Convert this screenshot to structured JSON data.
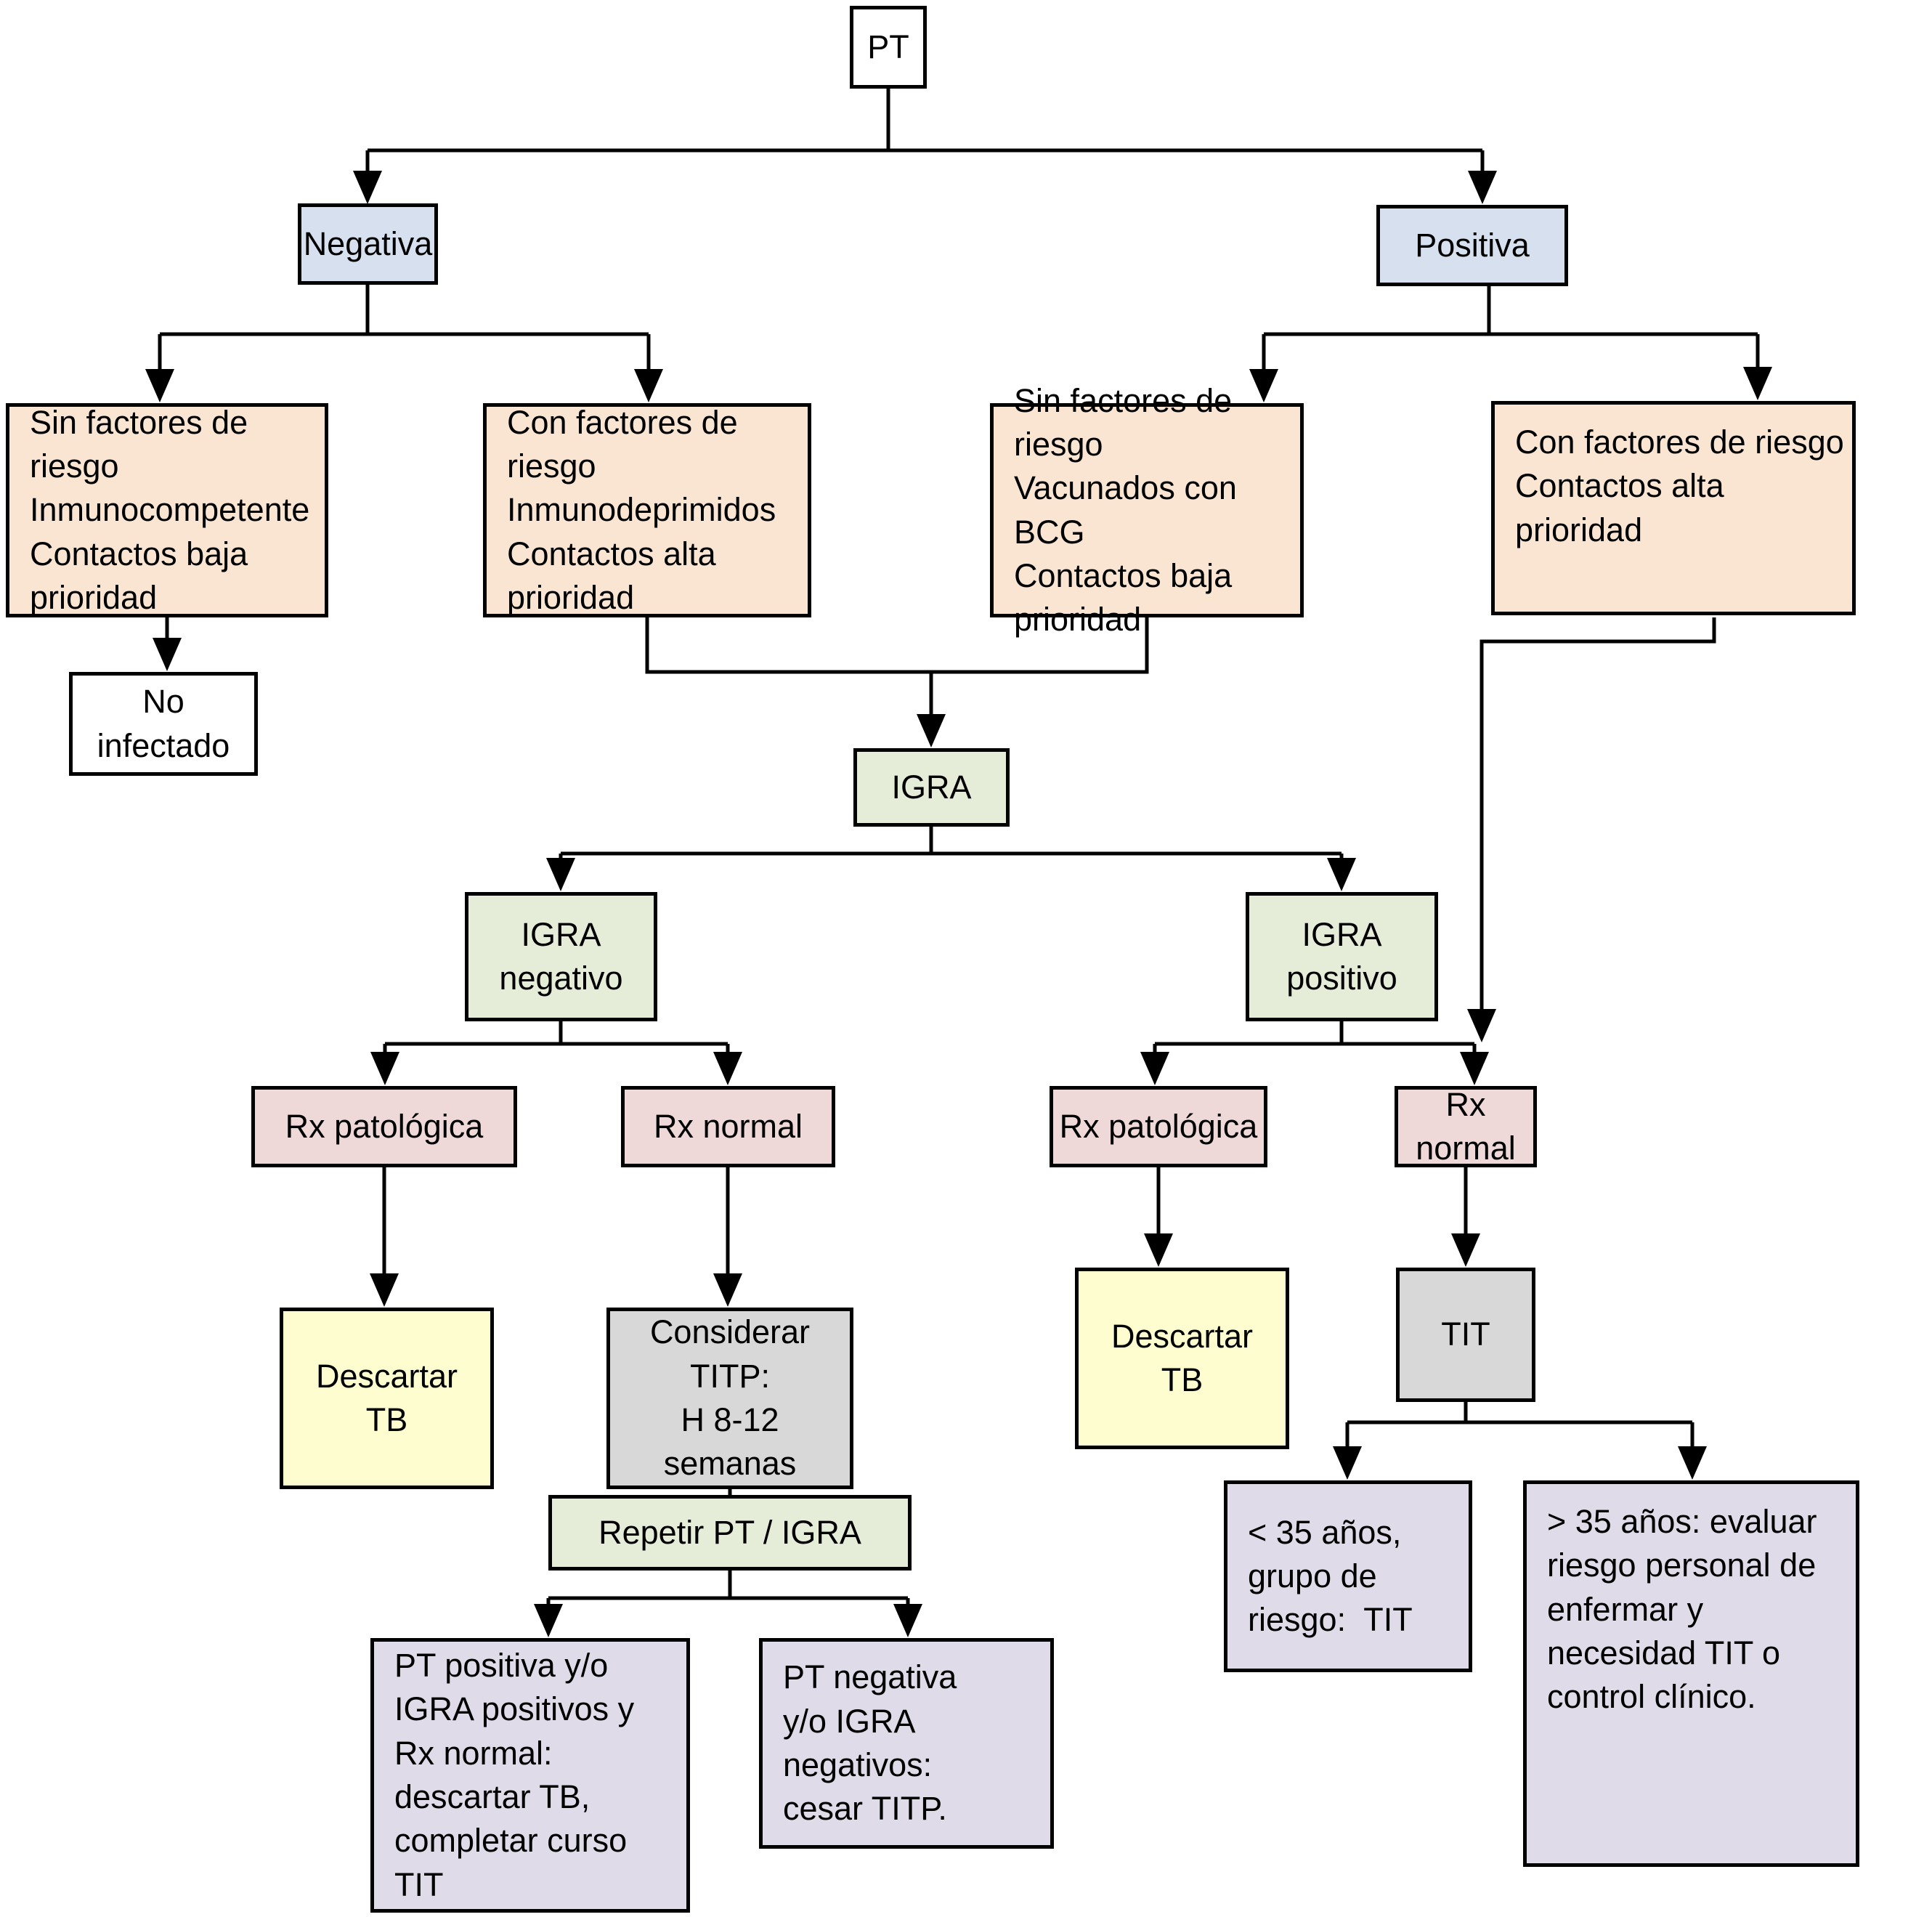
{
  "diagram": {
    "type": "flowchart",
    "title": "Algoritmo PT / IGRA",
    "line_color": "#000000",
    "nodes": {
      "pt": {
        "label": "PT",
        "color": "#ffffff"
      },
      "negativa": {
        "label": "Negativa",
        "color": "#d6e0ee"
      },
      "positiva": {
        "label": "Positiva",
        "color": "#d6e0ee"
      },
      "neg_sin_factores": {
        "label": "Sin factores de riesgo\nInmunocompetente\nContactos baja\nprioridad",
        "color": "#fae5d3"
      },
      "neg_con_factores": {
        "label": "Con factores de riesgo\nInmunodeprimidos\nContactos alta\nprioridad",
        "color": "#fae5d3"
      },
      "pos_sin_factores": {
        "label": "Sin factores de riesgo\nVacunados con BCG\nContactos baja\nprioridad",
        "color": "#fae5d3"
      },
      "pos_con_factores": {
        "label": "Con factores de riesgo\nContactos alta prioridad",
        "color": "#fae5d3"
      },
      "no_infectado": {
        "label": "No infectado",
        "color": "#ffffff"
      },
      "igra": {
        "label": "IGRA",
        "color": "#e5edd8"
      },
      "igra_negativo": {
        "label": "IGRA\nnegativo",
        "color": "#e5edd8"
      },
      "igra_positivo": {
        "label": "IGRA\npositivo",
        "color": "#e5edd8"
      },
      "rx_patologica_izq": {
        "label": "Rx patológica",
        "color": "#eed9d8"
      },
      "rx_normal_izq": {
        "label": "Rx normal",
        "color": "#eed9d8"
      },
      "rx_patologica_der": {
        "label": "Rx patológica",
        "color": "#eed9d8"
      },
      "rx_normal_der": {
        "label": "Rx normal",
        "color": "#eed9d8"
      },
      "descartar_tb_izq": {
        "label": "Descartar\nTB",
        "color": "#fdfdcf"
      },
      "considerar_titp": {
        "label": "Considerar\nTITP:\nH 8-12\nsemanas",
        "color": "#d8d8d8"
      },
      "descartar_tb_der": {
        "label": "Descartar\nTB",
        "color": "#fdfdcf"
      },
      "tit": {
        "label": "TIT",
        "color": "#d8d8d8"
      },
      "repetir_pt_igra": {
        "label": "Repetir PT / IGRA",
        "color": "#e5edd8"
      },
      "resultado_positivo": {
        "label": "PT positiva y/o\nIGRA positivos y\nRx normal:\ndescartar TB,\ncompletar curso\nTIT",
        "color": "#dfdbe8"
      },
      "resultado_negativo": {
        "label": "PT negativa\ny/o IGRA\nnegativos:\ncesar TITP.",
        "color": "#dfdbe8"
      },
      "menor_35": {
        "label": "< 35 años,\ngrupo de\nriesgo:  TIT",
        "color": "#dfdbe8"
      },
      "mayor_35": {
        "label": "> 35 años: evaluar\nriesgo personal de\nenfermar y\nnecesidad TIT o\ncontrol clínico.",
        "color": "#dfdbe8"
      }
    }
  }
}
